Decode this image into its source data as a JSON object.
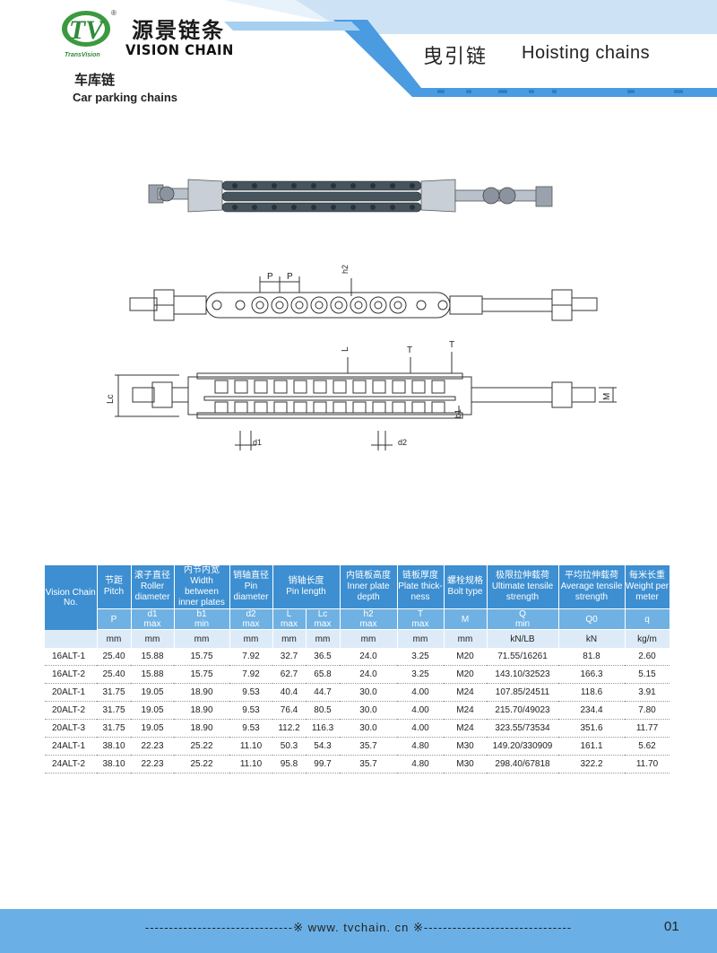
{
  "brand": {
    "logo_letters": "TV",
    "registered": "®",
    "logo_sub": "TransVision",
    "name_cn": "源景链条",
    "name_en": "VISION CHAIN"
  },
  "page": {
    "title_cn": "曳引链",
    "title_en": "Hoisting chains",
    "section_cn": "车库链",
    "section_en": "Car parking chains"
  },
  "drawing_labels": {
    "p1": "P",
    "p2": "P",
    "h2": "h2",
    "l": "L",
    "t1": "T",
    "t2": "T",
    "lc": "Lc",
    "b1": "b1",
    "m": "M",
    "d1": "d1",
    "d2": "d2"
  },
  "table": {
    "col0": {
      "cn": "",
      "en": "Vision Chain No."
    },
    "headers": [
      {
        "cn": "节距",
        "en": "Pitch",
        "sym": "P",
        "sub": "",
        "unit": "mm"
      },
      {
        "cn": "滚子直径",
        "en": "Roller diameter",
        "sym": "d1",
        "sub": "max",
        "unit": "mm"
      },
      {
        "cn": "内节内宽",
        "en": "Width between inner plates",
        "sym": "b1",
        "sub": "min",
        "unit": "mm"
      },
      {
        "cn": "销轴直径",
        "en": "Pin diameter",
        "sym": "d2",
        "sub": "max",
        "unit": "mm"
      },
      {
        "cn": "销轴长度",
        "en": "Pin length",
        "sym": "",
        "sub": "",
        "unit": ""
      },
      {
        "cn": "内链板高度",
        "en": "Inner plate depth",
        "sym": "h2",
        "sub": "max",
        "unit": "mm"
      },
      {
        "cn": "链板厚度",
        "en": "Plate thick-ness",
        "sym": "T",
        "sub": "max",
        "unit": "mm"
      },
      {
        "cn": "螺栓规格",
        "en": "Bolt type",
        "sym": "M",
        "sub": "",
        "unit": "mm"
      },
      {
        "cn": "极限拉伸载荷",
        "en": "Ultimate tensile strength",
        "sym": "Q",
        "sub": "min",
        "unit": "kN/LB"
      },
      {
        "cn": "平均拉伸载荷",
        "en": "Average tensile strength",
        "sym": "Q0",
        "sub": "",
        "unit": "kN"
      },
      {
        "cn": "每米长重",
        "en": "Weight per meter",
        "sym": "q",
        "sub": "",
        "unit": "kg/m"
      }
    ],
    "pin_sub": [
      {
        "sym": "L",
        "sub": "max",
        "unit": "mm"
      },
      {
        "sym": "Lc",
        "sub": "max",
        "unit": "mm"
      }
    ],
    "rows": [
      [
        "16ALT-1",
        "25.40",
        "15.88",
        "15.75",
        "7.92",
        "32.7",
        "36.5",
        "24.0",
        "3.25",
        "M20",
        "71.55/16261",
        "81.8",
        "2.60"
      ],
      [
        "16ALT-2",
        "25.40",
        "15.88",
        "15.75",
        "7.92",
        "62.7",
        "65.8",
        "24.0",
        "3.25",
        "M20",
        "143.10/32523",
        "166.3",
        "5.15"
      ],
      [
        "20ALT-1",
        "31.75",
        "19.05",
        "18.90",
        "9.53",
        "40.4",
        "44.7",
        "30.0",
        "4.00",
        "M24",
        "107.85/24511",
        "118.6",
        "3.91"
      ],
      [
        "20ALT-2",
        "31.75",
        "19.05",
        "18.90",
        "9.53",
        "76.4",
        "80.5",
        "30.0",
        "4.00",
        "M24",
        "215.70/49023",
        "234.4",
        "7.80"
      ],
      [
        "20ALT-3",
        "31.75",
        "19.05",
        "18.90",
        "9.53",
        "112.2",
        "116.3",
        "30.0",
        "4.00",
        "M24",
        "323.55/73534",
        "351.6",
        "11.77"
      ],
      [
        "24ALT-1",
        "38.10",
        "22.23",
        "25.22",
        "11.10",
        "50.3",
        "54.3",
        "35.7",
        "4.80",
        "M30",
        "149.20/330909",
        "161.1",
        "5.62"
      ],
      [
        "24ALT-2",
        "38.10",
        "22.23",
        "25.22",
        "11.10",
        "95.8",
        "99.7",
        "35.7",
        "4.80",
        "M30",
        "298.40/67818",
        "322.2",
        "11.70"
      ]
    ]
  },
  "footer": {
    "text": "-------------------------------※ www. tvchain. cn ※-------------------------------",
    "page_number": "01"
  }
}
